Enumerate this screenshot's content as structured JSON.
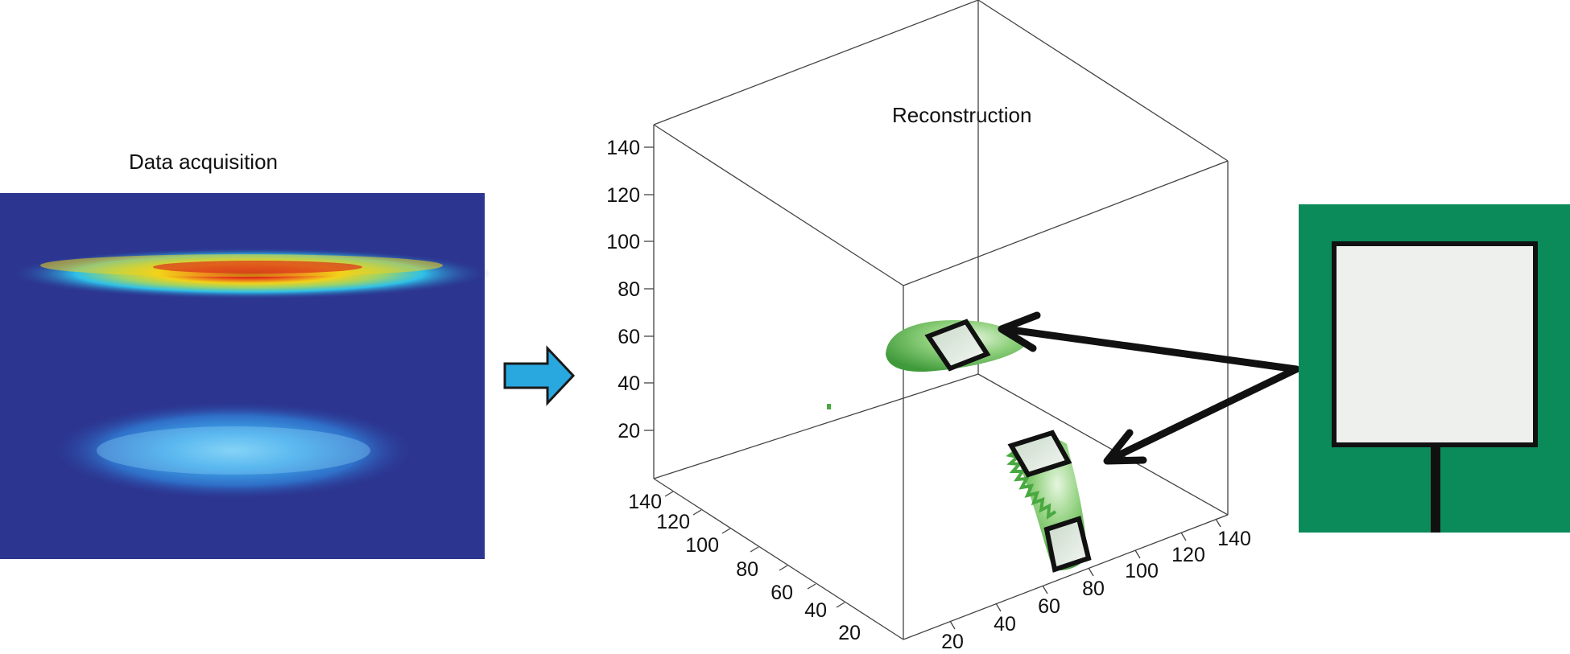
{
  "panels": {
    "acquisition": {
      "title": "Data acquisition"
    },
    "reconstruction": {
      "title": "Reconstruction"
    }
  },
  "colors": {
    "heatmap_background": "#2c3590",
    "arrow_fill": "#29a8e0",
    "surface_green": "#6cbf5c",
    "photo_background": "#0b8a5a",
    "photo_plate": "#eef0ee"
  },
  "axes": {
    "vertical_ticks": [
      "20",
      "40",
      "60",
      "80",
      "100",
      "120",
      "140"
    ],
    "left_depth_ticks": [
      "140",
      "120",
      "100",
      "80",
      "60",
      "40",
      "20"
    ],
    "right_depth_ticks": [
      "20",
      "40",
      "60",
      "80",
      "100",
      "120",
      "140"
    ]
  },
  "icons": {
    "process_arrow": "right-arrow-icon",
    "pointer_arrows": "arrow-icon"
  }
}
